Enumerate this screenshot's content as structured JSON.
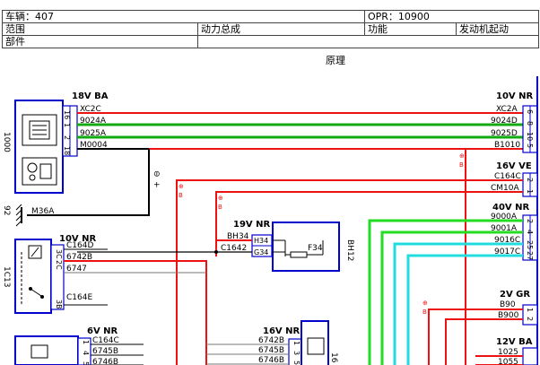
{
  "header": {
    "vehicle": "车辆：407",
    "opr": "OPR：10900",
    "scope_label": "范围",
    "scope_value": "动力总成",
    "function_label": "功能",
    "function_value": "发动机起动",
    "parts_label": "部件"
  },
  "caption": "原理",
  "connectors": {
    "c18v": {
      "title": "18V  BA",
      "pins": [
        "16",
        "1",
        "2",
        "18"
      ]
    },
    "c10v_right": {
      "title": "10V  NR",
      "pins": [
        "6",
        "8",
        "10",
        "5"
      ]
    },
    "c16v_ve": {
      "title": "16V  VE",
      "pins": [
        "2",
        "1"
      ]
    },
    "c40v": {
      "title": "40V  NR",
      "pins": [
        "2",
        "4",
        "25",
        "27"
      ]
    },
    "c19v": {
      "title": "19V  NR",
      "pins": [
        "H34",
        "G34"
      ]
    },
    "c10v_left": {
      "title": "10V  NR",
      "pins": [
        "3C",
        "2C",
        "3B"
      ]
    },
    "c6v": {
      "title": "6V  NR",
      "pins": [
        "1",
        "4",
        "5"
      ]
    },
    "c16v_bottom": {
      "title": "16V  NR",
      "pins": [
        "1",
        "3",
        "5"
      ]
    },
    "c2v": {
      "title": "2V  GR",
      "pins": [
        "1",
        "2"
      ]
    },
    "c12v": {
      "title": "12V  BA"
    }
  },
  "wires": {
    "left_top": [
      "XC2C",
      "9024A",
      "9025A",
      "M0004"
    ],
    "right_top": [
      "XC2A",
      "9024D",
      "9025D",
      "B1010"
    ],
    "c16v_ve": [
      "C164C",
      "CM10A"
    ],
    "c40v": [
      "9000A",
      "9001A",
      "9016C",
      "9017C"
    ],
    "c19v": [
      "BH34",
      "C1642"
    ],
    "left_mid": [
      "C164D",
      "6742B",
      "6747",
      "C164E"
    ],
    "c6v": [
      "C164C",
      "6745B",
      "6746B"
    ],
    "c16v_bottom": [
      "6742B",
      "6745B",
      "6746B"
    ],
    "c2v": [
      "B90",
      "B900"
    ],
    "c12v": [
      "1025",
      "1055"
    ]
  },
  "labels": {
    "ground": "M36A",
    "fuse": "F34",
    "bh12": "BH12",
    "left_edge_top": "1000",
    "left_edge_mid": "1C13",
    "left_edge_mid2": "92",
    "left_edge_bottom": "16",
    "minus_sign": "⊖",
    "plus_sign": "⊕",
    "relay_marker": "B"
  },
  "colors": {
    "red": "#ee1111",
    "green": "#11aa11",
    "bright_green": "#22dd22",
    "cyan": "#22dddd",
    "box_blue": "#0000cc",
    "grey": "#777777"
  }
}
